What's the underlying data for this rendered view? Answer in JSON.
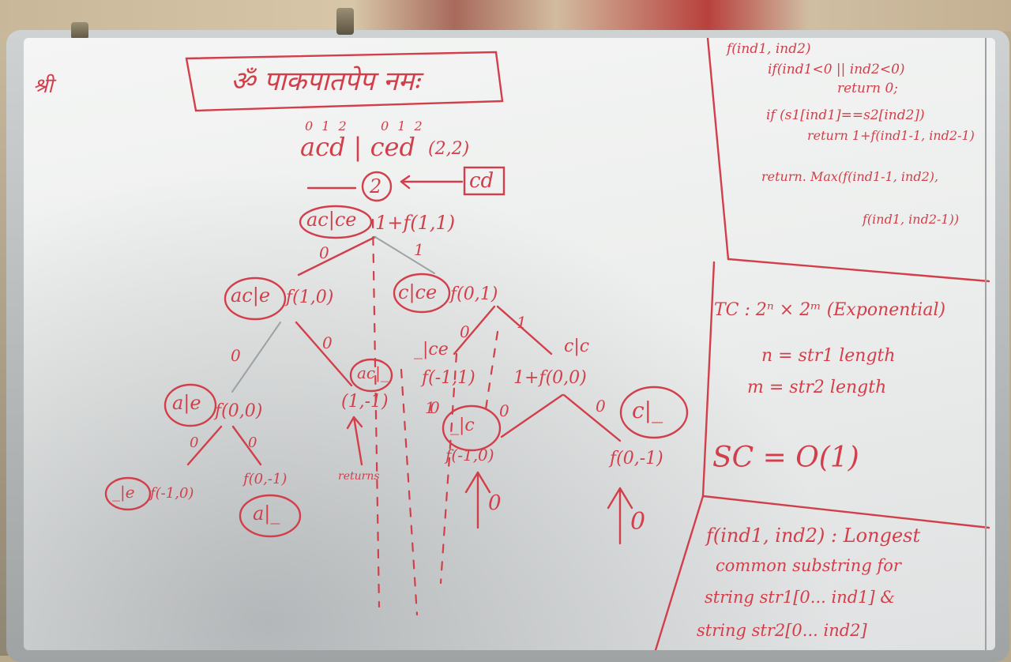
{
  "board": {
    "corner_mark": "श्री",
    "heading": "ॐ पाकपातपेप नमः",
    "root": {
      "indices_1": "0 1 2",
      "indices_2": "0 1 2",
      "strings": "acd | ced",
      "call": "(2,2)",
      "label": "2",
      "boxed": "cd"
    },
    "nodes": {
      "n1": "ac|ce",
      "n1_call": "1+f(1,1)",
      "n2": "ac|e",
      "n2_call": "f(1,0)",
      "n3": "c|ce",
      "n3_call": "f(0,1)",
      "n4": "a|e",
      "n4_call": "f(0,0)",
      "n5": "ac|_",
      "n5_call": "(1,-1)",
      "n6": "_|ce",
      "n6_call": "f(-1,1)",
      "n7": "c|c",
      "n7_call": "1+f(0,0)",
      "n8": "_|e",
      "n8_call": "f(-1,0)",
      "n9": "a|_",
      "n9_call": "f(0,-1)",
      "n10": "_|c",
      "n10_call": "f(-1,0)",
      "n11": "c|_",
      "n11_call": "f(0,-1)",
      "returns": "returns",
      "zero": "0",
      "one": "1"
    },
    "code": [
      "f(ind1, ind2)",
      "if(ind1<0 || ind2<0)",
      "return 0;",
      "if (s1[ind1]==s2[ind2])",
      "return 1+f(ind1-1, ind2-1)",
      "return. Max(f(ind1-1, ind2),",
      "f(ind1, ind2-1))"
    ],
    "complexity": {
      "tc": "TC : 2ⁿ × 2ᵐ (Exponential)",
      "n": "n = str1 length",
      "m": "m = str2 length",
      "sc": "SC = O(1)"
    },
    "definition": [
      "f(ind1, ind2) : Longest",
      "common substring for",
      "string str1[0... ind1] &",
      "string str2[0... ind2]"
    ]
  }
}
